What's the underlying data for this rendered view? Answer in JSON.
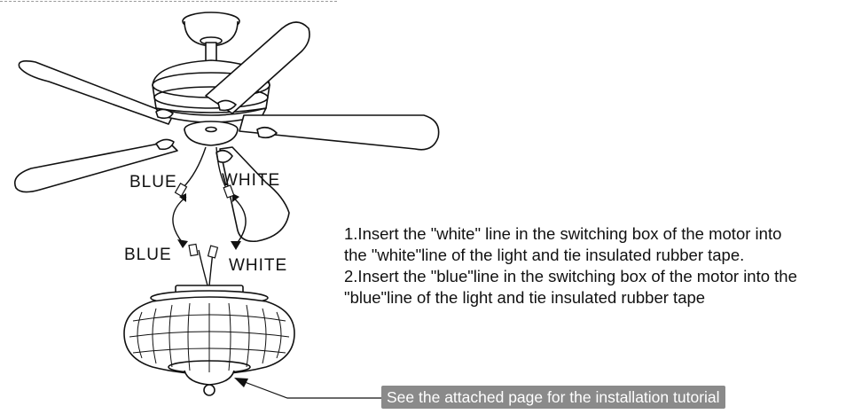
{
  "labels": {
    "fan_blue": "BLUE",
    "fan_white": "WHITE",
    "light_blue": "BLUE",
    "light_white": "WHITE"
  },
  "instructions": [
    "1.Insert the \"white\" line in the switching box of the motor into the \"white\"line of the light and tie insulated rubber tape.",
    "2.Insert the \"blue\"line in the switching box of the motor into the \"blue\"line of the light and tie insulated rubber tape"
  ],
  "callout": "See the attached page for the installation tutorial",
  "colors": {
    "line": "#111111",
    "callout_bg": "#8a8a8a",
    "callout_text": "#ffffff"
  }
}
